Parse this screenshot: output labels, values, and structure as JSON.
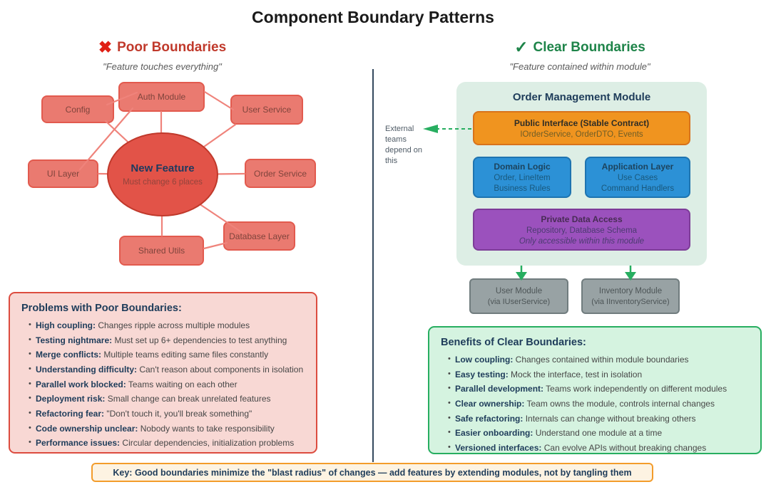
{
  "title": "Component Boundary Patterns",
  "left": {
    "icon": "✖",
    "heading": "Poor Boundaries",
    "subtitle": "\"Feature touches everything\"",
    "nodes": [
      {
        "label": "Config"
      },
      {
        "label": "Auth Module"
      },
      {
        "label": "User Service"
      },
      {
        "label": "UI Layer"
      },
      {
        "label": "Order Service"
      },
      {
        "label": "Shared Utils"
      },
      {
        "label": "Database Layer"
      }
    ],
    "center": {
      "title": "New Feature",
      "subtitle": "Must change 6 places"
    },
    "problems": {
      "heading": "Problems with Poor Boundaries:",
      "items": [
        {
          "label": "High coupling:",
          "text": "Changes ripple across multiple modules"
        },
        {
          "label": "Testing nightmare:",
          "text": "Must set up 6+ dependencies to test anything"
        },
        {
          "label": "Merge conflicts:",
          "text": "Multiple teams editing same files constantly"
        },
        {
          "label": "Understanding difficulty:",
          "text": "Can't reason about components in isolation"
        },
        {
          "label": "Parallel work blocked:",
          "text": "Teams waiting on each other"
        },
        {
          "label": "Deployment risk:",
          "text": "Small change can break unrelated features"
        },
        {
          "label": "Refactoring fear:",
          "text": "\"Don't touch it, you'll break something\""
        },
        {
          "label": "Code ownership unclear:",
          "text": "Nobody wants to take responsibility"
        },
        {
          "label": "Performance issues:",
          "text": "Circular dependencies, initialization problems"
        }
      ]
    }
  },
  "right": {
    "icon": "✓",
    "heading": "Clear Boundaries",
    "subtitle": "\"Feature contained within module\"",
    "module": {
      "title": "Order Management Module",
      "public_interface": {
        "title": "Public Interface (Stable Contract)",
        "subtitle": "IOrderService, OrderDTO, Events"
      },
      "domain_logic": {
        "title": "Domain Logic",
        "lines": [
          "Order, LineItem",
          "Business Rules"
        ]
      },
      "application_layer": {
        "title": "Application Layer",
        "lines": [
          "Use Cases",
          "Command Handlers"
        ]
      },
      "private_data": {
        "title": "Private Data Access",
        "line1": "Repository, Database Schema",
        "line2": "Only accessible within this module"
      }
    },
    "external_note": {
      "line1": "External teams",
      "line2": "depend on this"
    },
    "consumers": [
      {
        "title": "User Module",
        "via": "(via IUserService)"
      },
      {
        "title": "Inventory Module",
        "via": "(via IInventoryService)"
      }
    ],
    "benefits": {
      "heading": "Benefits of Clear Boundaries:",
      "items": [
        {
          "label": "Low coupling:",
          "text": "Changes contained within module boundaries"
        },
        {
          "label": "Easy testing:",
          "text": "Mock the interface, test in isolation"
        },
        {
          "label": "Parallel development:",
          "text": "Teams work independently on different modules"
        },
        {
          "label": "Clear ownership:",
          "text": "Team owns the module, controls internal changes"
        },
        {
          "label": "Safe refactoring:",
          "text": "Internals can change without breaking others"
        },
        {
          "label": "Easier onboarding:",
          "text": "Understand one module at a time"
        },
        {
          "label": "Versioned interfaces:",
          "text": "Can evolve APIs without breaking changes"
        }
      ]
    }
  },
  "key_note": "Key: Good boundaries minimize the \"blast radius\" of changes — add features by extending modules, not by tangling them",
  "colors": {
    "poor_accent": "#C0392B",
    "clear_accent": "#1E8449",
    "node_fill": "#EA7A70",
    "center_fill": "#E25348",
    "public_interface_fill": "#F0941F",
    "layer_fill": "#2C91D6",
    "private_fill": "#9B51BD",
    "consumer_fill": "#98A2A4",
    "module_fill": "#DDEEE5",
    "problems_fill": "#F8D8D4",
    "benefits_fill": "#D5F3E0",
    "key_fill": "#FDF3E2",
    "key_border": "#F39C2B"
  }
}
